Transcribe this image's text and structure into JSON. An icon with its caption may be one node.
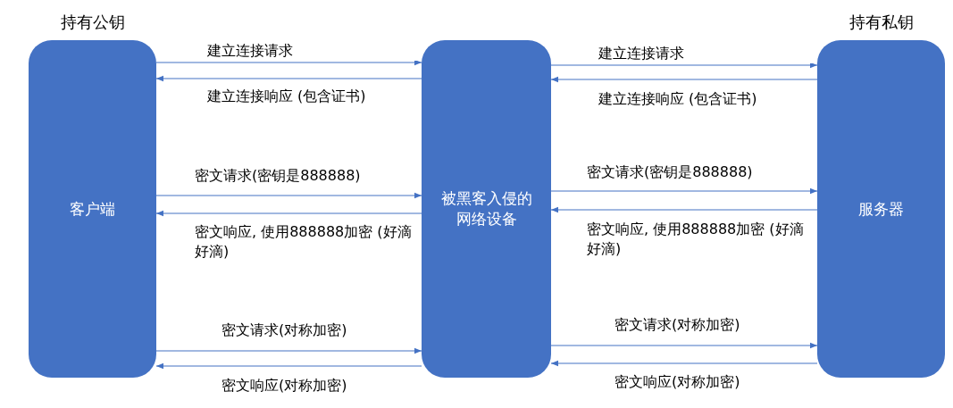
{
  "diagram": {
    "nodes": [
      {
        "text": [
          "客户端"
        ],
        "beside": [
          "持有公钥"
        ]
      },
      {
        "text": [
          "被黑客入侵的网络设备"
        ]
      },
      {
        "text": [
          "服务器"
        ],
        "beside": [
          "持有私钥"
        ]
      }
    ],
    "edges": [
      {
        "from": 0,
        "to": 1,
        "arrow": "to",
        "label": "建立连接请求"
      },
      {
        "from": 1,
        "to": 0,
        "arrow": "to",
        "label": "建立连接响应 (包含证书)"
      },
      {
        "from": 0,
        "to": 1,
        "arrow": "to",
        "label": "密文请求(密钥是888888)"
      },
      {
        "from": 1,
        "to": 0,
        "arrow": "to",
        "label": "密文响应, 使用888888加密 (好滴好滴)"
      },
      {
        "from": 0,
        "to": 1,
        "arrow": "to",
        "label": "密文请求(对称加密)"
      },
      {
        "from": 1,
        "to": 0,
        "arrow": "to",
        "label": "密文响应(对称加密)"
      },
      {
        "from": 1,
        "to": 2,
        "arrow": "to",
        "label": "建立连接请求"
      },
      {
        "from": 2,
        "to": 1,
        "arrow": "to",
        "label": "建立连接响应 (包含证书)"
      },
      {
        "from": 1,
        "to": 2,
        "arrow": "to",
        "label": "密文请求(密钥是888888)"
      },
      {
        "from": 2,
        "to": 1,
        "arrow": "to",
        "label": "密文响应, 使用888888加密 (好滴好滴)"
      },
      {
        "from": 1,
        "to": 2,
        "arrow": "to",
        "label": "密文请求(对称加密)"
      },
      {
        "from": 2,
        "to": 1,
        "arrow": "to",
        "label": "密文响应(对称加密)"
      }
    ]
  }
}
